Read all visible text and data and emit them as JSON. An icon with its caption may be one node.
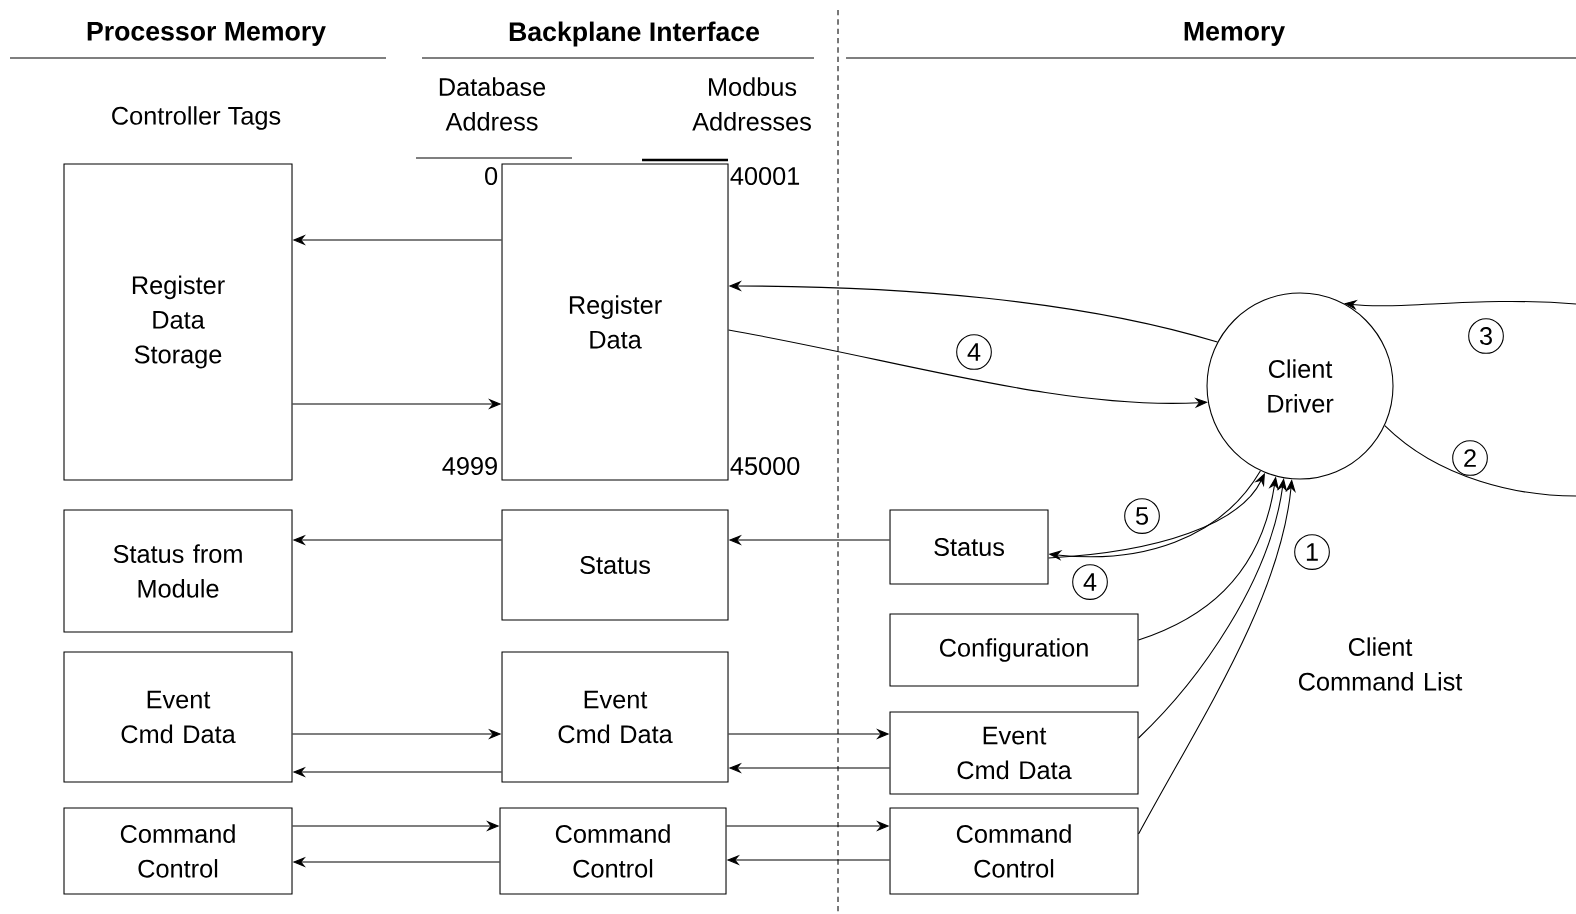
{
  "diagram": {
    "nodes": [
      {
        "text": [
          "Register Data Storage"
        ]
      },
      {
        "text": [
          "Register Data"
        ]
      },
      {
        "text": [
          "Client Driver"
        ]
      },
      {
        "text": [
          "Status from Module"
        ]
      },
      {
        "text": [
          "Status"
        ]
      },
      {
        "text": [
          "Status"
        ]
      },
      {
        "text": [
          "Configuration"
        ]
      },
      {
        "text": [
          "Event Cmd Data"
        ]
      },
      {
        "text": [
          "Event Cmd Data"
        ]
      },
      {
        "text": [
          "Event Cmd Data"
        ]
      },
      {
        "text": [
          "Command Control"
        ]
      },
      {
        "text": [
          "Command Control"
        ]
      },
      {
        "text": [
          "Command Control"
        ]
      }
    ],
    "edges": [
      {
        "from": 1,
        "to": 0,
        "arrow": "to"
      },
      {
        "from": 0,
        "to": 1,
        "arrow": "to"
      },
      {
        "from": 2,
        "to": 1,
        "arrow": "to"
      },
      {
        "from": 1,
        "to": 2,
        "arrow": "to",
        "label": "4"
      },
      {
        "from": null,
        "to": 2,
        "arrow": "to",
        "label": "3"
      },
      {
        "from": 2,
        "to": null,
        "arrow": "none",
        "label": "2"
      },
      {
        "from": 4,
        "to": 3,
        "arrow": "to"
      },
      {
        "from": 5,
        "to": 4,
        "arrow": "to"
      },
      {
        "from": 5,
        "to": 2,
        "arrow": "to",
        "label": "5"
      },
      {
        "from": 2,
        "to": 5,
        "arrow": "to",
        "label": "4"
      },
      {
        "from": 6,
        "to": 2,
        "arrow": "to",
        "label": "1"
      },
      {
        "from": 9,
        "to": 2,
        "arrow": "to"
      },
      {
        "from": 12,
        "to": 2,
        "arrow": "to"
      },
      {
        "from": 7,
        "to": 8,
        "arrow": "to"
      },
      {
        "from": 8,
        "to": 7,
        "arrow": "to"
      },
      {
        "from": 8,
        "to": 9,
        "arrow": "to"
      },
      {
        "from": 9,
        "to": 8,
        "arrow": "to"
      },
      {
        "from": 10,
        "to": 11,
        "arrow": "to"
      },
      {
        "from": 11,
        "to": 10,
        "arrow": "to"
      },
      {
        "from": 11,
        "to": 12,
        "arrow": "to"
      },
      {
        "from": 12,
        "to": 11,
        "arrow": "to"
      }
    ],
    "labels": [
      "Processor Memory",
      "Backplane Interface",
      "Memory",
      "Controller Tags",
      "Database Address",
      "Modbus Addresses",
      "0",
      "40001",
      "4999",
      "45000",
      "Client Command List"
    ]
  }
}
